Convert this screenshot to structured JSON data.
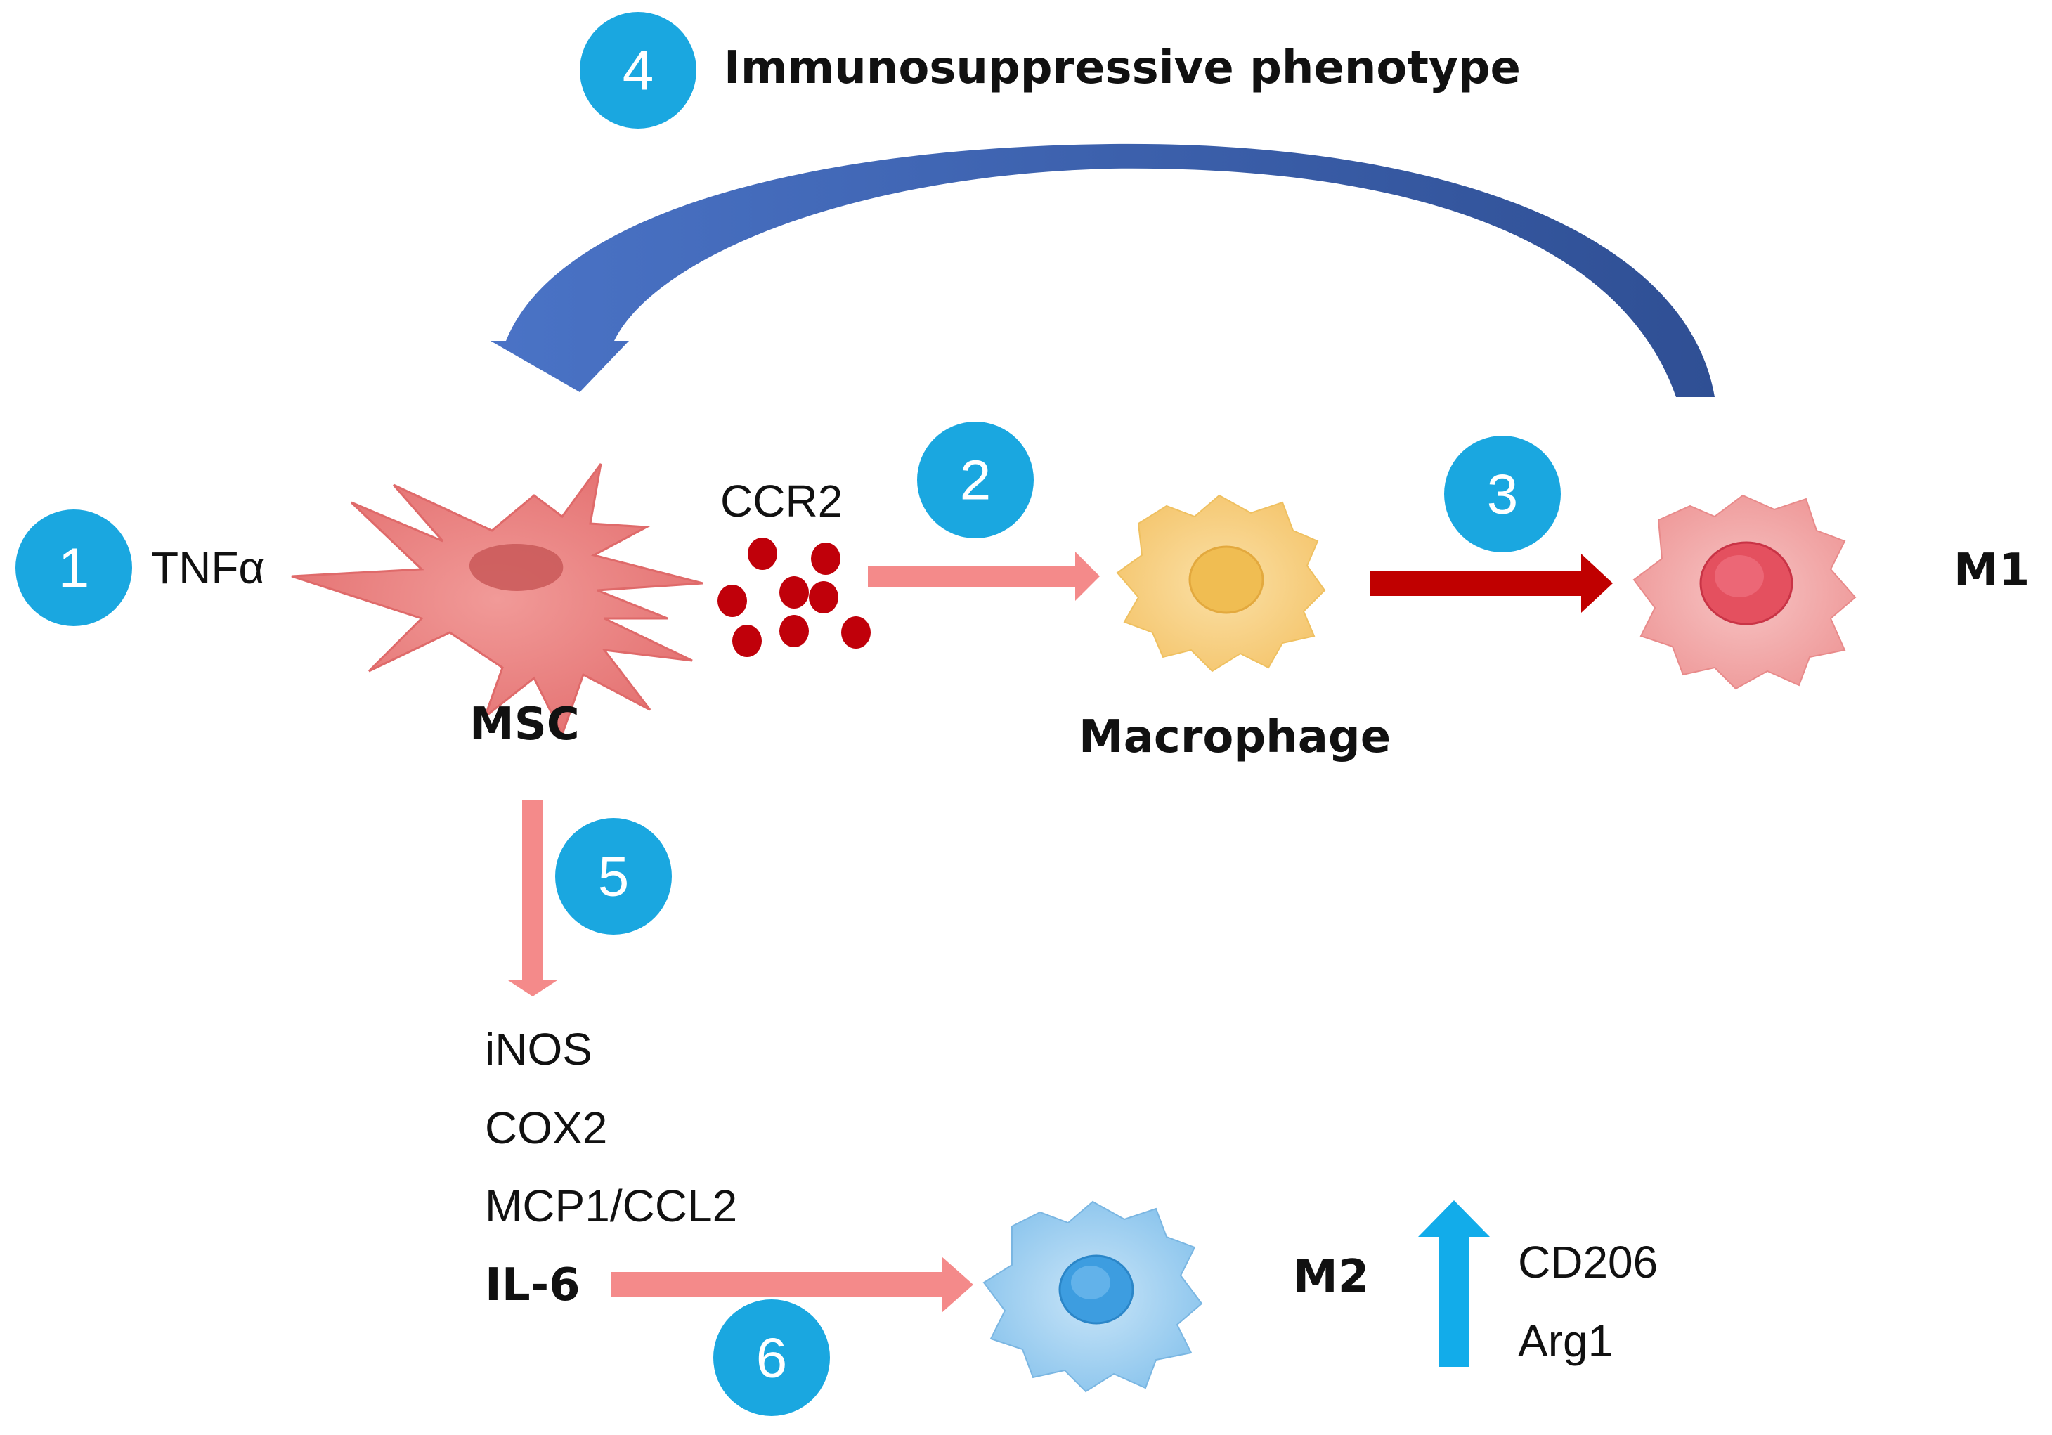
{
  "colors": {
    "step_badge": "#1aa7e0",
    "feedback_arrow": "#3a5fb0",
    "light_arrow": "#f48a8a",
    "dark_arrow": "#c00000",
    "m2_up_arrow": "#12acea",
    "msc_cell": "#ea7d7d",
    "macrophage_cell": "#f7d07a",
    "m1_cell": "#f2a3a3",
    "m2_cell": "#8fc8ee",
    "ccr2_dots": "#c0000a"
  },
  "steps": {
    "s1": "1",
    "s2": "2",
    "s3": "3",
    "s4": "4",
    "s5": "5",
    "s6": "6"
  },
  "labels": {
    "tnf": "TNFα",
    "ccr2": "CCR2",
    "msc": "MSC",
    "macrophage": "Macrophage",
    "m1": "M1",
    "m2": "M2",
    "feedback": "Immunosuppressive phenotype",
    "inos": "iNOS",
    "cox2": "COX2",
    "mcp1": "MCP1/CCL2",
    "il6": "IL-6",
    "cd206": "CD206",
    "arg1": "Arg1"
  }
}
